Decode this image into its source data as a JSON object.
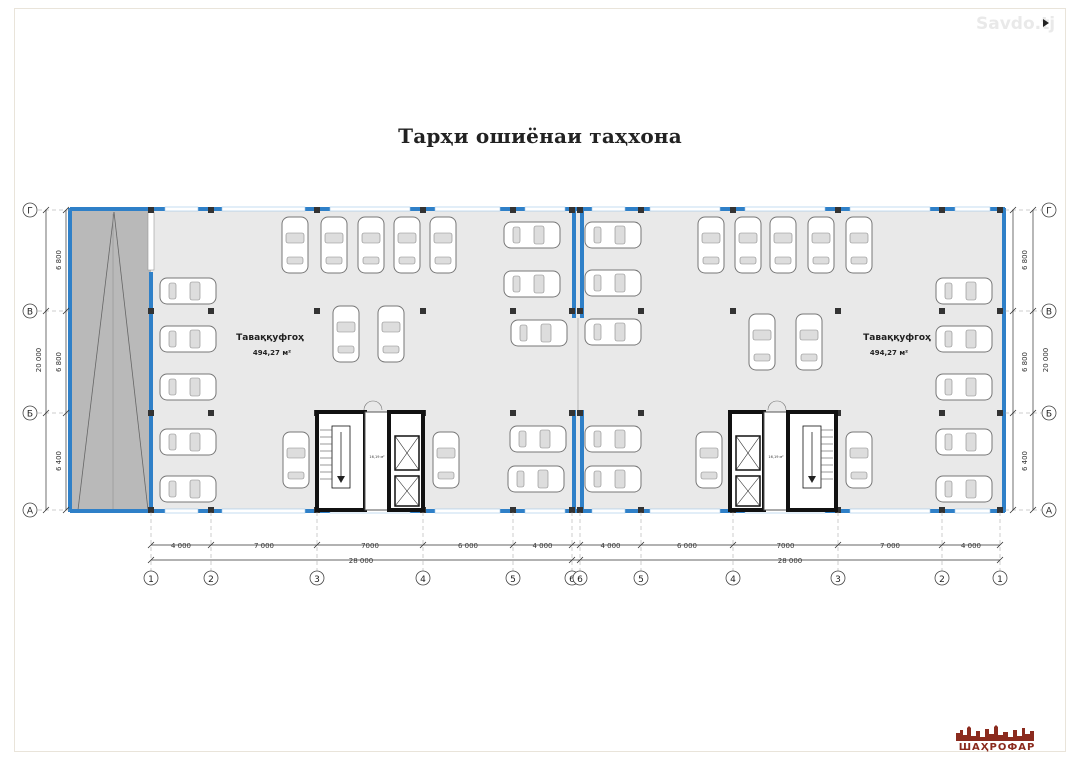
{
  "title": "Тарҳи ошиёнаи таҳхона",
  "watermark": "Savdo.tj",
  "brand": "ШАҲРОФАР",
  "rows": [
    "Г",
    "В",
    "Б",
    "А"
  ],
  "row_dims_left": [
    "6 800",
    "6 800",
    "6 400"
  ],
  "row_total_left": "20 000",
  "row_dims_right": [
    "6 800",
    "6 800",
    "6 400"
  ],
  "row_total_right": "20 000",
  "left_block": {
    "zone_label": "Таваққуфгоҳ",
    "zone_area": "494,27 м²",
    "room_area": "16,19 м²",
    "col_dims": [
      "4 000",
      "7 000",
      "7000",
      "6 000",
      "4 000"
    ],
    "total": "28 000",
    "axes": [
      "1",
      "2",
      "3",
      "4",
      "5",
      "6"
    ]
  },
  "right_block": {
    "zone_label": "Таваққуфгоҳ",
    "zone_area": "494,27 м²",
    "room_area": "16,19 м²",
    "col_dims": [
      "4 000",
      "6 000",
      "7000",
      "7 000",
      "4 000"
    ],
    "total": "28 000",
    "axes": [
      "6",
      "5",
      "4",
      "3",
      "2",
      "1"
    ]
  },
  "colors": {
    "wall": "#2f80c8",
    "floor": "#e9e9e9",
    "ramp": "#b9b9b9",
    "dim": "#333333",
    "brand": "#8b2b1e"
  }
}
